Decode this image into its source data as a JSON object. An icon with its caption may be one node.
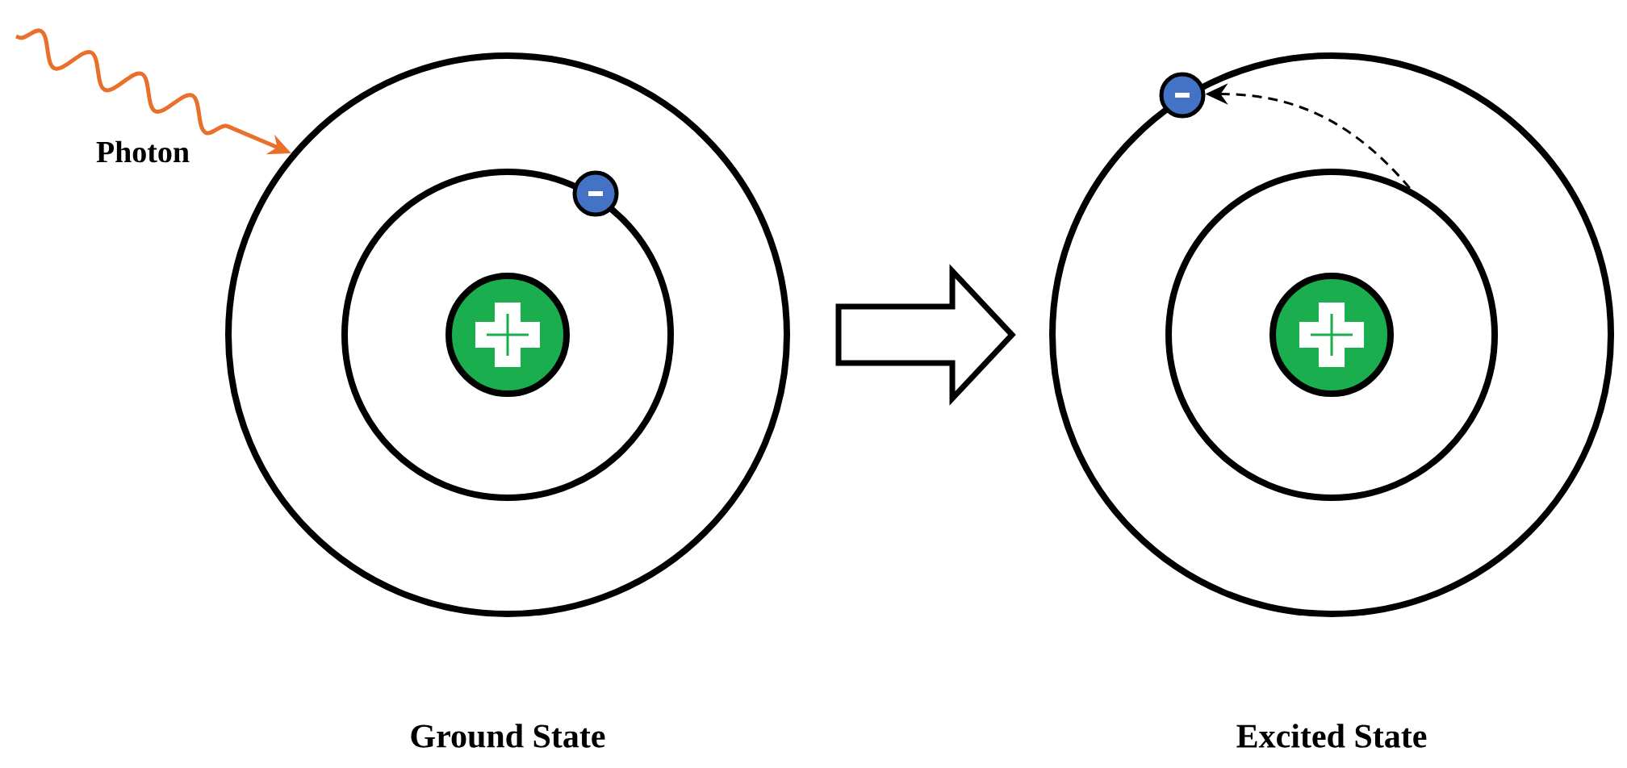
{
  "diagram": {
    "nodes": [
      {
        "text": [],
        "shape": "circle",
        "beside": [
          "Ground State"
        ]
      },
      {
        "text": [],
        "shape": "circle",
        "in": 0
      },
      {
        "text": [],
        "shape": "circle",
        "in": 1
      },
      {
        "text": [],
        "shape": "circle",
        "in": 0
      },
      {
        "text": [],
        "shape": "circle",
        "beside": [
          "Excited State"
        ]
      },
      {
        "text": [],
        "shape": "circle",
        "in": 4
      },
      {
        "text": [],
        "shape": "circle",
        "in": 5
      },
      {
        "text": [],
        "shape": "circle"
      }
    ],
    "edges": [
      {
        "from": null,
        "to": 0,
        "arrow": "to",
        "label": "Photon",
        "color": "#e8702a"
      },
      {
        "from": 0,
        "to": 4,
        "arrow": "to",
        "style": "thick"
      },
      {
        "from": 5,
        "to": 7,
        "arrow": "to",
        "style": "dashed",
        "color": "#000000"
      }
    ]
  }
}
